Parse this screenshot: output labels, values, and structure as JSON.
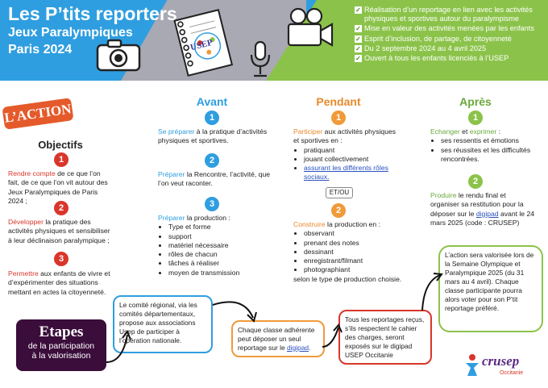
{
  "header": {
    "title": "Les P’tits reporters",
    "subtitle1": "Jeux Paralympiques",
    "subtitle2": "Paris 2024",
    "checks": [
      "Réalisation d’un reportage en lien avec les activités physiques et sportives autour du paralympisme",
      "Mise en valeur des activités menées par les enfants",
      "Esprit d’inclusion, de partage, de citoyenneté",
      "Du 2 septembre 2024 au 4 avril 2025",
      "Ouvert à tous les enfants licenciés à l’USEP"
    ],
    "notebook_text": "USEP"
  },
  "action_label": "L’ACTION",
  "objectifs": {
    "title": "Objectifs",
    "items": [
      {
        "num": "1",
        "highlight": "Rendre compte",
        "text": " de ce que l’on fait, de ce que l’on vit autour des Jeux Paralympiques de Paris 2024 ;"
      },
      {
        "num": "2",
        "highlight": "Développer",
        "text": " la pratique des activités physiques et sensibiliser à leur déclinaison paralympique ;"
      },
      {
        "num": "3",
        "highlight": "Permettre",
        "text": " aux enfants de vivre et d’expérimenter des situations mettant en actes la citoyenneté."
      }
    ]
  },
  "avant": {
    "title": "Avant",
    "i1_num": "1",
    "i1_hl": "Se préparer",
    "i1_text": " à la pratique d’activités physiques et sportives.",
    "i2_num": "2",
    "i2_hl": "Préparer",
    "i2_text": " la Rencontre, l’activité, que l’on veut raconter.",
    "i3_num": "3",
    "i3_hl": "Préparer",
    "i3_text": " la production :",
    "i3_list": [
      "Type et forme",
      "support",
      "matériel nécessaire",
      "rôles de chacun",
      "tâches à réaliser",
      "moyen de transmission"
    ]
  },
  "pendant": {
    "title": "Pendant",
    "i1_num": "1",
    "i1_hl": "Participer",
    "i1_text": " aux activités physiques et sportives en :",
    "i1_list": [
      "pratiquant",
      "jouant collectivement"
    ],
    "i1_link": "assurant les différents rôles sociaux.",
    "etou": "ET/OU",
    "i2_num": "2",
    "i2_hl": "Construire",
    "i2_text": " la production en :",
    "i2_list": [
      "observant",
      "prenant des notes",
      "dessinant",
      "enregistrant/filmant",
      "photographiant"
    ],
    "i2_after": "selon le type de production choisie."
  },
  "apres": {
    "title": "Après",
    "i1_num": "1",
    "i1_hl1": "Echanger",
    "i1_mid": " et ",
    "i1_hl2": "exprimer",
    "i1_text": " :",
    "i1_list": [
      "ses ressentis et émotions",
      "ses réussites et les difficultés rencontrées."
    ],
    "i2_num": "2",
    "i2_hl": "Produire",
    "i2_text": " le rendu final et organiser sa restitution pour la déposer sur le ",
    "i2_link": "digipad",
    "i2_after": " avant le 24 mars 2025 (code : CRUSEP)"
  },
  "etapes": {
    "title": "Etapes",
    "line1": "de la participation",
    "line2": "à la valorisation"
  },
  "boxes": {
    "b1": "Le comité régional, via les comités départementaux, propose aux associations Usep de participer à l’opération nationale.",
    "b2_pre": "Chaque classe adhérente peut déposer un seul reportage sur le ",
    "b2_link": "digipad",
    "b2_post": ".",
    "b3": "Tous les reportages reçus, s’ils respectent le cahier des charges, seront exposés sur le digipad USEP Occitanie",
    "b4": "L’action sera valorisée lors de la Semaine Olympique et Paralympique 2025 (du 31 mars au 4 avril). Chaque classe participante pourra alors voter pour son P’tit reportage préféré."
  },
  "logo": {
    "main": "crusep",
    "sub": "Occitanie"
  },
  "colors": {
    "blue": "#2f9ee0",
    "green": "#8bc34a",
    "red": "#d9362b",
    "orange": "#f09a3a",
    "gray": "#a9a9b4",
    "purple": "#3a0d3a"
  }
}
